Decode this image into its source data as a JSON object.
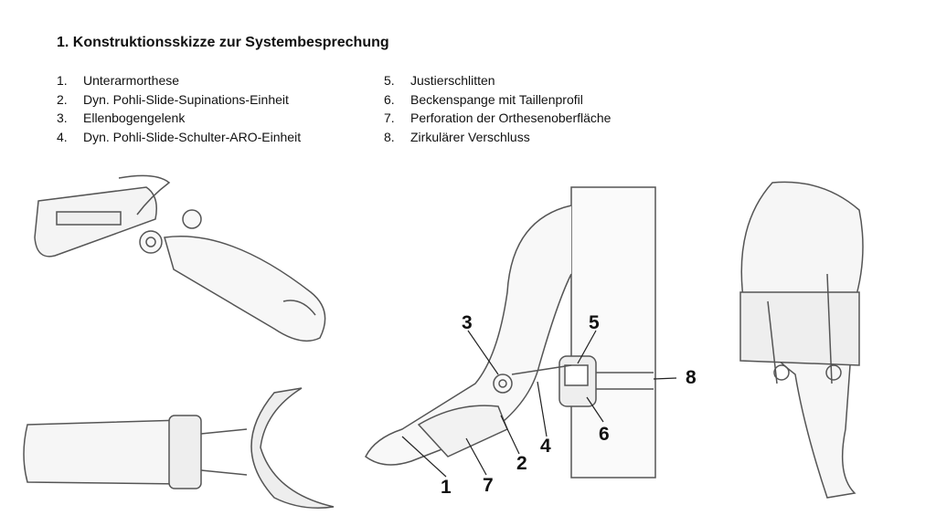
{
  "title": "1. Konstruktionsskizze zur Systembesprechung",
  "legend_left": [
    {
      "num": "1.",
      "label": "Unterarmorthese"
    },
    {
      "num": "2.",
      "label": "Dyn. Pohli-Slide-Supinations-Einheit"
    },
    {
      "num": "3.",
      "label": "Ellenbogengelenk"
    },
    {
      "num": "4.",
      "label": "Dyn. Pohli-Slide-Schulter-ARO-Einheit"
    }
  ],
  "legend_right": [
    {
      "num": "5.",
      "label": "Justierschlitten"
    },
    {
      "num": "6.",
      "label": "Beckenspange mit Taillenprofil"
    },
    {
      "num": "7.",
      "label": "Perforation der Orthesenoberfläche"
    },
    {
      "num": "8.",
      "label": "Zirkulärer Verschluss"
    }
  ],
  "callouts": [
    "1",
    "2",
    "3",
    "4",
    "5",
    "6",
    "7",
    "8"
  ]
}
